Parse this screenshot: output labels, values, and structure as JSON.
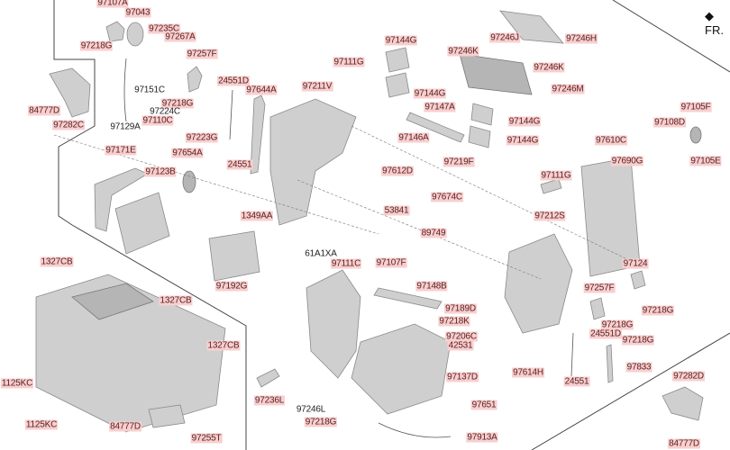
{
  "direction_marker": "FR.",
  "labels": [
    "97107A",
    "97043",
    "97218G",
    "97235C",
    "97267A",
    "97257F",
    "97151C",
    "97218G",
    "97224C",
    "97110C",
    "97129A",
    "97223G",
    "24551D",
    "97644A",
    "24551",
    "84777D",
    "97282C",
    "97171E",
    "97123B",
    "97654A",
    "1349AA",
    "97144G",
    "97111G",
    "97211V",
    "97144G",
    "97147A",
    "97146A",
    "97219F",
    "97612D",
    "97674C",
    "53841",
    "97246J",
    "97246K",
    "97246K",
    "97246H",
    "97246M",
    "97144G",
    "97144G",
    "97610C",
    "97690G",
    "97105F",
    "97108D",
    "97105E",
    "97111G",
    "97212S",
    "89749",
    "61A1XA",
    "97107F",
    "97111C",
    "97148B",
    "97189D",
    "97218K",
    "97206C",
    "42531",
    "97137D",
    "97651",
    "97913A",
    "97218G",
    "97236L",
    "97246L",
    "97192G",
    "1327CB",
    "1327CB",
    "1327CB",
    "1125KC",
    "1125KC",
    "84777D",
    "97255T",
    "97124",
    "97257F",
    "97218G",
    "97218G",
    "24551D",
    "97218G",
    "97833",
    "97614H",
    "24551",
    "97282D",
    "84777D"
  ]
}
